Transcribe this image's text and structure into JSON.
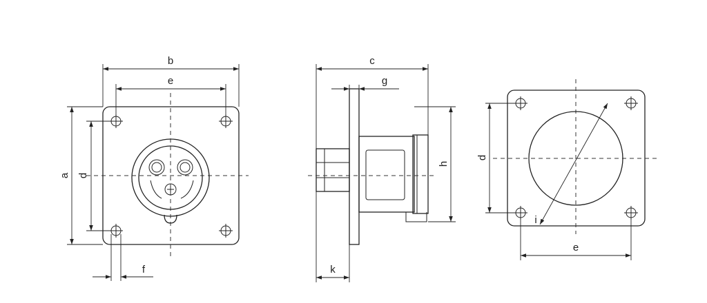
{
  "labels": {
    "front": {
      "b": "b",
      "e": "e",
      "a": "a",
      "d": "d",
      "f": "f"
    },
    "side": {
      "c": "c",
      "g": "g",
      "h": "h",
      "k": "k"
    },
    "panel": {
      "d": "d",
      "e": "e",
      "i": "i"
    }
  }
}
